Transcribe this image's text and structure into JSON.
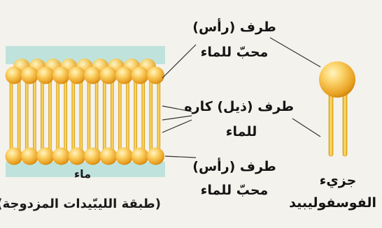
{
  "labels": {
    "head_top": {
      "line1": "طرف (رأس)",
      "line2": "محبّ للماء"
    },
    "tail": {
      "line1": "طرف (ذيل) كاره",
      "line2": "للماء"
    },
    "head_bottom": {
      "line1": "طرف (رأس)",
      "line2": "محبّ للماء"
    },
    "molecule": {
      "line1": "جزيء",
      "line2": "الفوسفوليبيد"
    },
    "water": "ماء",
    "bilayer": "(طبقة الليبّيدات المزدوجة)"
  },
  "colors": {
    "water": "#bfe3dc",
    "head_light": "#fce08a",
    "head_dark": "#d98a0c",
    "tail": "#f1c01a",
    "leader": "#333333"
  }
}
